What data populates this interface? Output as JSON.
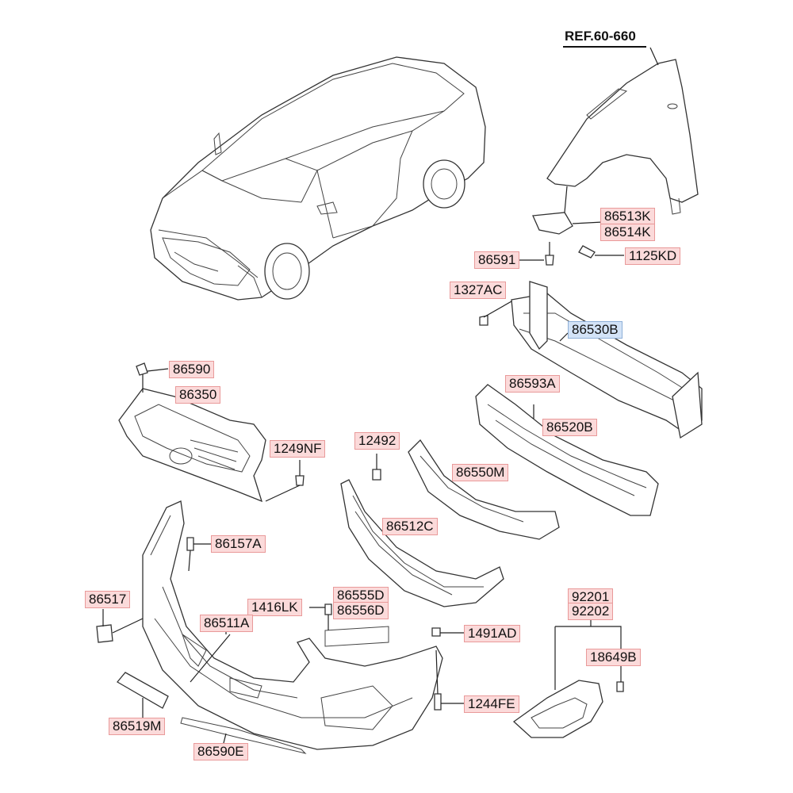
{
  "diagram": {
    "ref": "REF.60-660",
    "labels": {
      "p86513K": "86513K",
      "p86514K": "86514K",
      "p86591": "86591",
      "p1125KD": "1125KD",
      "p1327AC": "1327AC",
      "p86530B": "86530B",
      "p86593A": "86593A",
      "p86520B": "86520B",
      "p86590": "86590",
      "p86350": "86350",
      "p1249NF": "1249NF",
      "p12492": "12492",
      "p86550M": "86550M",
      "p86512C": "86512C",
      "p86157A": "86157A",
      "p86517": "86517",
      "p1416LK": "1416LK",
      "p86555D": "86555D",
      "p86556D": "86556D",
      "p86511A": "86511A",
      "p1491AD": "1491AD",
      "p92201": "92201",
      "p92202": "92202",
      "p18649B": "18649B",
      "p1244FE": "1244FE",
      "p86519M": "86519M",
      "p86590E": "86590E"
    },
    "highlight_color": "#fbdada",
    "selected_color": "#d3e3f7"
  }
}
